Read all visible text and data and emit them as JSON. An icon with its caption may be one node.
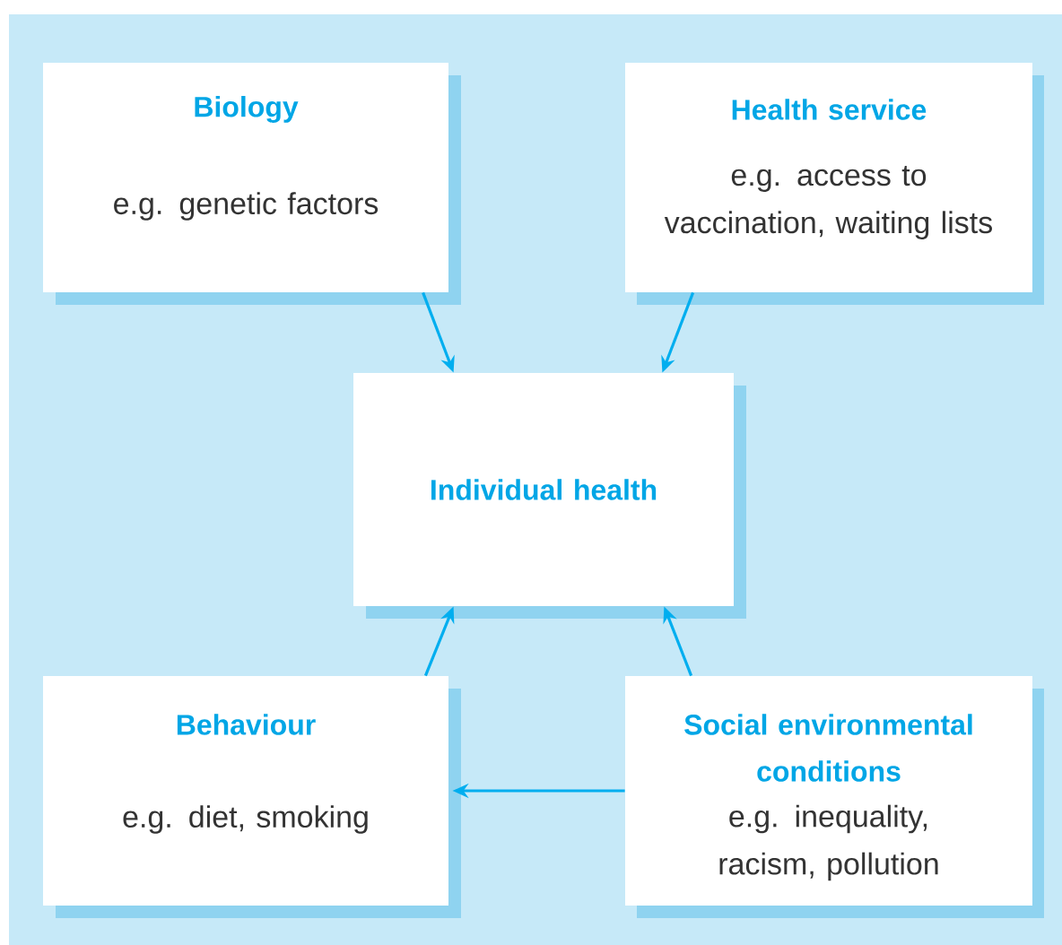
{
  "diagram": {
    "nodes": [
      {
        "text": [
          "Biology",
          "e.g. genetic factors"
        ]
      },
      {
        "text": [
          "Health service",
          "e.g. access to vaccination, waiting lists"
        ]
      },
      {
        "text": [
          "Individual health"
        ]
      },
      {
        "text": [
          "Behaviour",
          "e.g. diet, smoking"
        ]
      },
      {
        "text": [
          "Social environmental conditions",
          "e.g. inequality, racism, pollution"
        ]
      }
    ],
    "edges": [
      {
        "from": 0,
        "to": 2,
        "arrow": "to"
      },
      {
        "from": 1,
        "to": 2,
        "arrow": "to"
      },
      {
        "from": 3,
        "to": 2,
        "arrow": "to"
      },
      {
        "from": 4,
        "to": 2,
        "arrow": "to"
      },
      {
        "from": 4,
        "to": 3,
        "arrow": "to"
      }
    ]
  }
}
